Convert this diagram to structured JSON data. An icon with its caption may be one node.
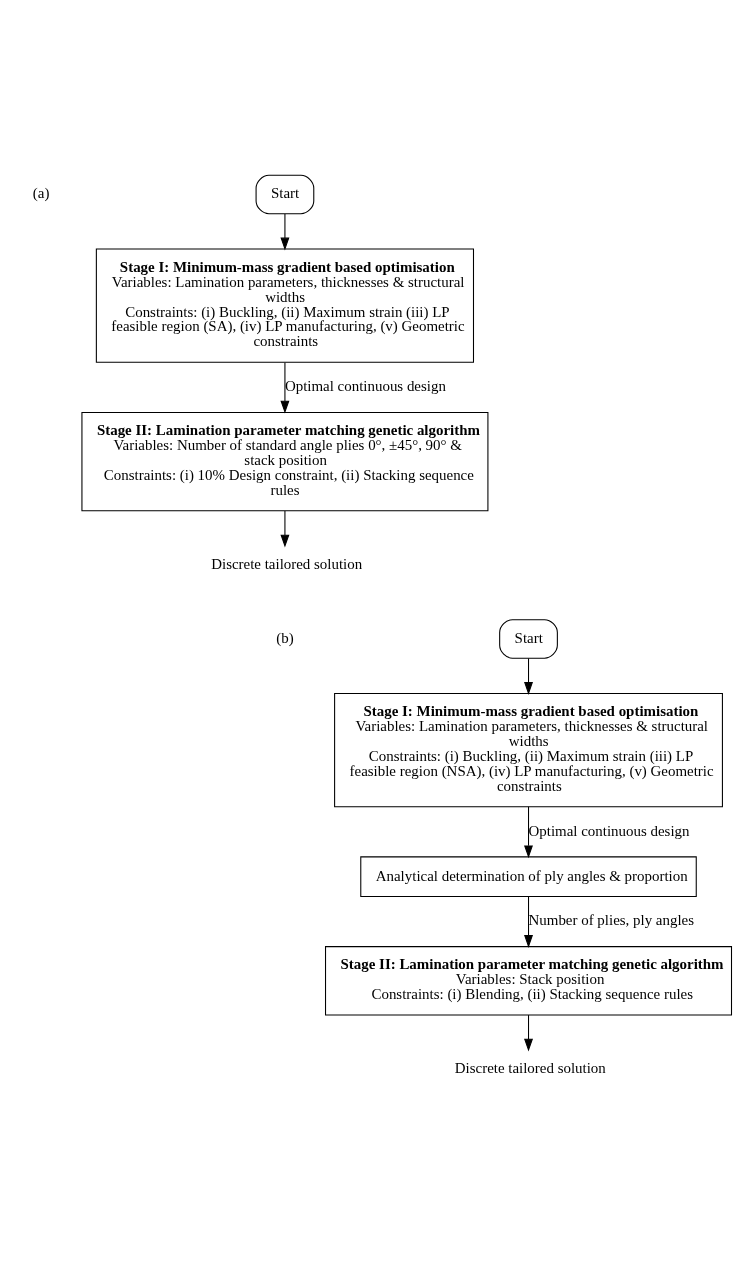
{
  "diagram": {
    "nodes": [
      {
        "text": [
          "Start"
        ]
      },
      {
        "text": [
          "Stage I: Minimum-mass gradient based optimisation",
          "Variables: Lamination parameters, thicknesses & structural widths",
          "Constraints: (i) Buckling, (ii) Maximum strain (iii) LP feasible region (SA), (iv) LP manufacturing, (v) Geometric constraints"
        ]
      },
      {
        "text": [
          "Stage II: Lamination parameter matching genetic algorithm",
          "Variables: Number of standard angle plies 0°, ±45°, 90° & stack position",
          "Constraints: (i) 10% Design constraint, (ii) Stacking sequence rules"
        ]
      },
      {
        "text": [
          "Discrete tailored solution"
        ]
      },
      {
        "text": [
          "Start"
        ]
      },
      {
        "text": [
          "Stage I: Minimum-mass gradient based optimisation",
          "Variables: Lamination parameters, thicknesses & structural widths",
          "Constraints: (i) Buckling, (ii) Maximum strain (iii) LP feasible region (NSA), (iv) LP manufacturing, (v) Geometric constraints"
        ]
      },
      {
        "text": [
          "Analytical determination of ply angles & proportion"
        ]
      },
      {
        "text": [
          "Stage II: Lamination parameter matching genetic algorithm",
          "Variables: Stack position",
          "Constraints: (i) Blending, (ii) Stacking sequence rules"
        ]
      },
      {
        "text": [
          "Discrete tailored solution"
        ]
      }
    ],
    "edges": [
      {
        "from": 0,
        "to": 1,
        "arrow": "to"
      },
      {
        "from": 1,
        "to": 2,
        "arrow": "to",
        "label": "Optimal continuous design"
      },
      {
        "from": 2,
        "to": 3,
        "arrow": "to"
      },
      {
        "from": 4,
        "to": 5,
        "arrow": "to"
      },
      {
        "from": 5,
        "to": 6,
        "arrow": "to",
        "label": "Optimal continuous design"
      },
      {
        "from": 6,
        "to": 7,
        "arrow": "to",
        "label": "Number of plies, ply angles"
      },
      {
        "from": 7,
        "to": 8,
        "arrow": "to"
      }
    ],
    "labels": [
      "(a)",
      "(b)"
    ]
  }
}
